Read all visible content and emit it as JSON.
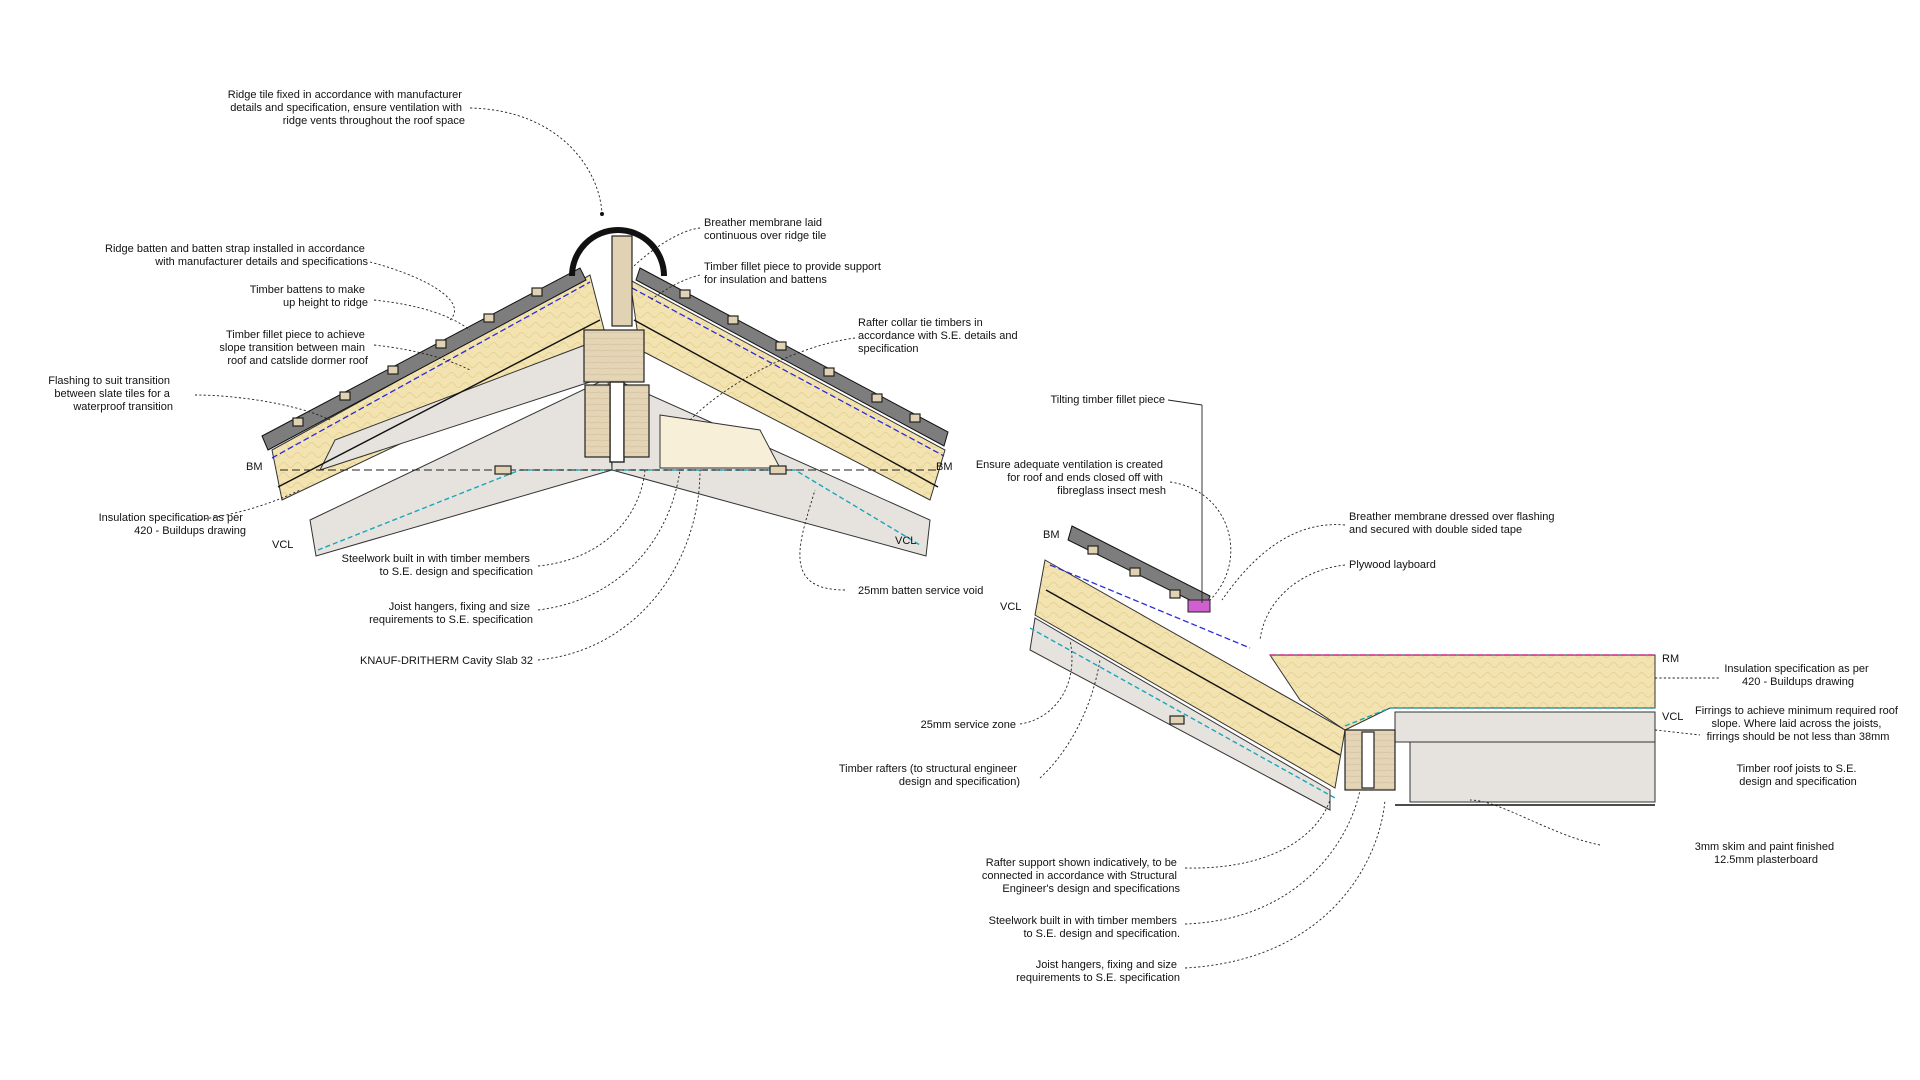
{
  "left_detail": {
    "ridge_tile": "Ridge tile fixed in accordance with manufacturer details and specification, ensure ventilation with ridge vents throughout the roof space",
    "ridge_tile_lines": [
      "Ridge tile fixed in accordance with manufacturer",
      "details and specification, ensure ventilation with",
      "ridge vents throughout the roof space"
    ],
    "ridge_batten_lines": [
      "Ridge batten and batten strap installed in accordance",
      "with manufacturer details and specifications"
    ],
    "timber_battens_lines": [
      "Timber battens to make",
      "up height to ridge"
    ],
    "fillet_slope_lines": [
      "Timber fillet piece to achieve",
      "slope transition between main",
      "roof and catslide dormer roof"
    ],
    "flashing_lines": [
      "Flashing to suit transition",
      "between slate tiles for a",
      "waterproof transition"
    ],
    "bm_left": "BM",
    "bm_right": "BM",
    "insulation_lines": [
      "Insulation specification as per",
      "420 - Buildups drawing"
    ],
    "vcl_left": "VCL",
    "vcl_right": "VCL",
    "breather_lines": [
      "Breather membrane laid",
      "continuous over ridge tile"
    ],
    "fillet_support_lines": [
      "Timber fillet piece to provide support",
      "for insulation and battens"
    ],
    "collar_lines": [
      "Rafter collar tie timbers in",
      "accordance with S.E. details and",
      "specification"
    ],
    "steelwork_lines": [
      "Steelwork built in with timber members",
      "to S.E. design and specification"
    ],
    "joist_hangers_lines": [
      "Joist hangers, fixing and size",
      "requirements to S.E. specification"
    ],
    "knauf": "KNAUF-DRITHERM Cavity Slab 32",
    "batten_void": "25mm batten service void"
  },
  "right_detail": {
    "tilting_fillet": "Tilting timber fillet piece",
    "ventilation_lines": [
      "Ensure adequate ventilation is created",
      "for roof and ends closed off with",
      "fibreglass insect mesh"
    ],
    "bm": "BM",
    "vcl_left": "VCL",
    "breather_flashing_lines": [
      "Breather membrane dressed over flashing",
      "and secured with double sided tape"
    ],
    "plywood": "Plywood layboard",
    "rm": "RM",
    "vcl_right": "VCL",
    "insulation_lines": [
      "Insulation specification as per",
      "420 - Buildups drawing"
    ],
    "firrings_lines": [
      "Firrings to achieve minimum required roof",
      "slope. Where laid across the joists,",
      "firrings should be not less than 38mm"
    ],
    "service_zone": "25mm service zone",
    "timber_rafters_lines": [
      "Timber rafters (to structural engineer",
      "design and specification)"
    ],
    "roof_joists_lines": [
      "Timber roof joists to S.E.",
      "design and specification"
    ],
    "skim_lines": [
      "3mm skim and paint finished",
      "12.5mm plasterboard"
    ],
    "rafter_support_lines": [
      "Rafter support shown indicatively, to be",
      "connected in accordance with Structural",
      "Engineer's design and specifications"
    ],
    "steelwork_lines": [
      "Steelwork built in with timber members",
      "to S.E. design and specification."
    ],
    "joist_hangers_lines": [
      "Joist hangers, fixing and size",
      "requirements to S.E. specification"
    ]
  },
  "colors": {
    "insulation": "#f2e3b0",
    "breather_membrane": "#2b2bd9",
    "vcl": "#1aa6b8",
    "rm": "#d4208f",
    "timber": "#e2d2b4",
    "board": "#e6e3df"
  }
}
